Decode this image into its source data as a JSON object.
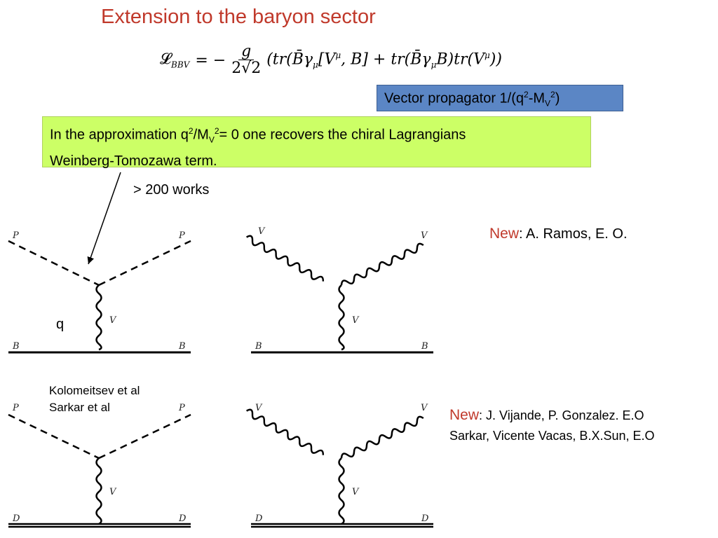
{
  "title": "Extension to the baryon sector",
  "lagrangian": {
    "lhs": "𝓛",
    "lhs_sub": "BBV",
    "equals": "= −",
    "frac_num": "g",
    "frac_den": "2√2",
    "rhs": "(tr(B̄γ",
    "rhs_sub1": "μ",
    "rhs2": "[V",
    "rhs_sup1": "μ",
    "rhs3": ", B] + tr(B̄γ",
    "rhs_sub2": "μ",
    "rhs4": "B)tr(V",
    "rhs_sup2": "μ",
    "rhs5": "))"
  },
  "vector_box": {
    "prefix": "Vector propagator  1/(q",
    "sup1": "2",
    "mid": "-M",
    "sub1": "V",
    "sup2": "2",
    "suffix": ")",
    "color": "#5b86c5"
  },
  "approx_box": {
    "line1_a": "In the approximation q",
    "line1_sup1": "2",
    "line1_b": "/M",
    "line1_sub": "V",
    "line1_sup2": "2",
    "line1_c": "= 0 one recovers the chiral Lagrangians",
    "line2": "Weinberg-Tomozawa term.",
    "color": "#ccff66"
  },
  "works_label": "> 200 works",
  "q_label": "q",
  "refs_left": {
    "line1": "Kolomeitsev et al",
    "line2": "Sarkar et al"
  },
  "new_ref1": {
    "new": "New",
    "colon": ":",
    "authors": " A. Ramos, E. O."
  },
  "new_ref2": {
    "new": "New",
    "colon": ":",
    "line1": " J. Vijande, P. Gonzalez. E.O",
    "line2": "Sarkar, Vicente Vacas, B.X.Sun, E.O"
  },
  "diagram_labels": {
    "d1": {
      "top_left": "P",
      "top_right": "P",
      "mid": "V",
      "bottom_left": "B",
      "bottom_right": "B"
    },
    "d2": {
      "top_left": "V",
      "top_right": "V",
      "mid": "V",
      "bottom_left": "B",
      "bottom_right": "B"
    },
    "d3": {
      "top_left": "P",
      "top_right": "P",
      "mid": "V",
      "bottom_left": "D",
      "bottom_right": "D"
    },
    "d4": {
      "top_left": "V",
      "top_right": "V",
      "mid": "V",
      "bottom_left": "D",
      "bottom_right": "D"
    }
  },
  "colors": {
    "title": "#c0392b",
    "new": "#c0392b"
  }
}
